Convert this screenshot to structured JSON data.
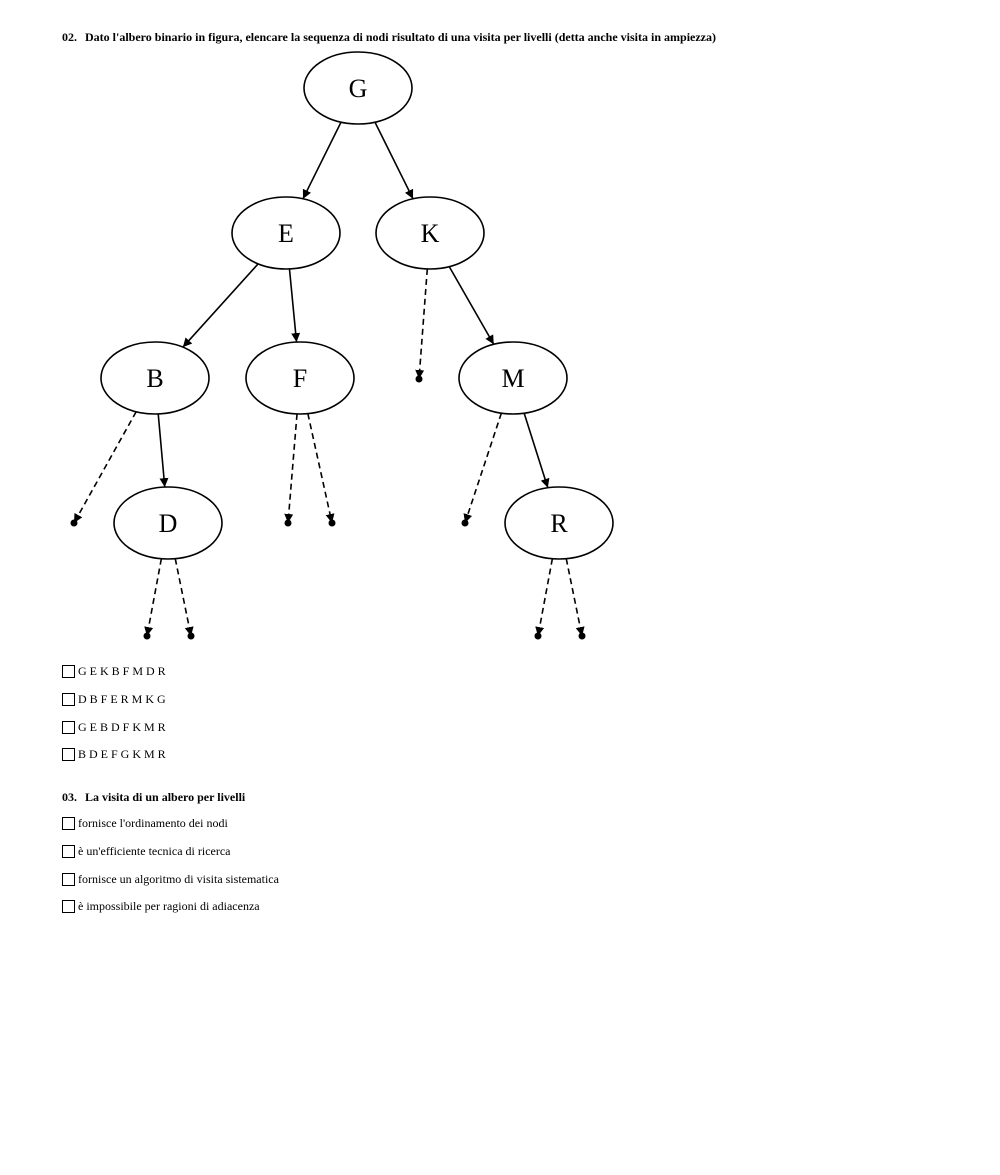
{
  "q2": {
    "number": "02.",
    "text": "Dato l'albero binario in figura, elencare la sequenza di nodi risultato di una visita per livelli (detta anche visita in ampiezza)",
    "options": [
      "G E K B F M D R",
      "D B F E R M K G",
      "G E B D F K M R",
      "B D E F G K M R"
    ]
  },
  "tree": {
    "nodes": [
      "G",
      "E",
      "K",
      "B",
      "F",
      "M",
      "D",
      "R"
    ],
    "edges": [
      {
        "from": "G",
        "to": "E",
        "style": "solid"
      },
      {
        "from": "G",
        "to": "K",
        "style": "solid"
      },
      {
        "from": "E",
        "to": "B",
        "style": "solid"
      },
      {
        "from": "E",
        "to": "F",
        "style": "solid"
      },
      {
        "from": "K",
        "to": null,
        "style": "dashed"
      },
      {
        "from": "K",
        "to": "M",
        "style": "solid"
      },
      {
        "from": "B",
        "to": null,
        "style": "dashed"
      },
      {
        "from": "B",
        "to": "D",
        "style": "solid"
      },
      {
        "from": "F",
        "to": null,
        "style": "dashed"
      },
      {
        "from": "F",
        "to": null,
        "style": "dashed"
      },
      {
        "from": "M",
        "to": null,
        "style": "dashed"
      },
      {
        "from": "M",
        "to": "R",
        "style": "solid"
      },
      {
        "from": "D",
        "to": null,
        "style": "dashed"
      },
      {
        "from": "D",
        "to": null,
        "style": "dashed"
      },
      {
        "from": "R",
        "to": null,
        "style": "dashed"
      },
      {
        "from": "R",
        "to": null,
        "style": "dashed"
      }
    ]
  },
  "q3": {
    "number": "03.",
    "text": "La visita di un albero per livelli",
    "options": [
      "fornisce l'ordinamento dei nodi",
      "è un'efficiente tecnica di ricerca",
      "fornisce un algoritmo di visita sistematica",
      "è impossibile per ragioni di adiacenza"
    ]
  }
}
